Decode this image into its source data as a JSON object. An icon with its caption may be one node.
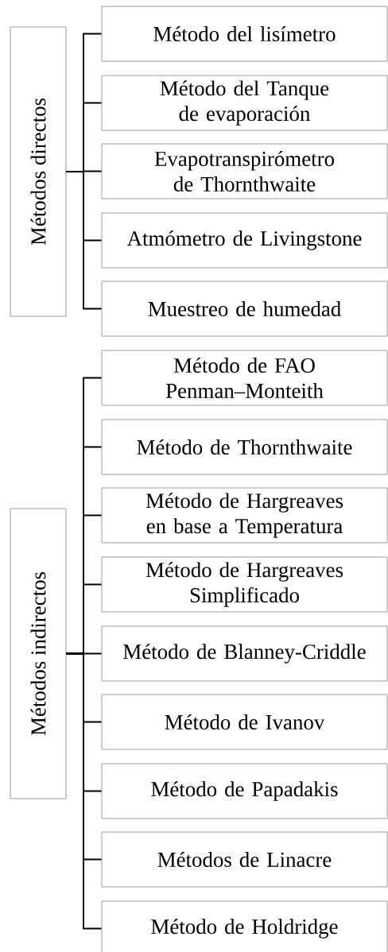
{
  "diagram": {
    "nodes": [
      {
        "text": [
          "Métodos directos"
        ]
      },
      {
        "text": [
          "Método del lisímetro"
        ]
      },
      {
        "text": [
          "Método del Tanque de evaporación"
        ]
      },
      {
        "text": [
          "Evapotranspirómetro de Thornthwaite"
        ]
      },
      {
        "text": [
          "Atmómetro de Livingstone"
        ]
      },
      {
        "text": [
          "Muestreo de humedad"
        ]
      },
      {
        "text": [
          "Métodos indirectos"
        ]
      },
      {
        "text": [
          "Método de FAO Penman–Monteith"
        ]
      },
      {
        "text": [
          "Método de Thornthwaite"
        ]
      },
      {
        "text": [
          "Método de Hargreaves en base a Temperatura"
        ]
      },
      {
        "text": [
          "Método de Hargreaves Simplificado"
        ]
      },
      {
        "text": [
          "Método de Blanney-Criddle"
        ]
      },
      {
        "text": [
          "Método de Ivanov"
        ]
      },
      {
        "text": [
          "Método de Papadakis"
        ]
      },
      {
        "text": [
          "Métodos de Linacre"
        ]
      },
      {
        "text": [
          "Método de Holdridge"
        ]
      }
    ],
    "edges": [
      {
        "from": 0,
        "to": 1,
        "arrow": "none"
      },
      {
        "from": 0,
        "to": 2,
        "arrow": "none"
      },
      {
        "from": 0,
        "to": 3,
        "arrow": "none"
      },
      {
        "from": 0,
        "to": 4,
        "arrow": "none"
      },
      {
        "from": 0,
        "to": 5,
        "arrow": "none"
      },
      {
        "from": 6,
        "to": 7,
        "arrow": "none"
      },
      {
        "from": 6,
        "to": 8,
        "arrow": "none"
      },
      {
        "from": 6,
        "to": 9,
        "arrow": "none"
      },
      {
        "from": 6,
        "to": 10,
        "arrow": "none"
      },
      {
        "from": 6,
        "to": 11,
        "arrow": "none"
      },
      {
        "from": 6,
        "to": 12,
        "arrow": "none"
      },
      {
        "from": 6,
        "to": 13,
        "arrow": "none"
      },
      {
        "from": 6,
        "to": 14,
        "arrow": "none"
      },
      {
        "from": 6,
        "to": 15,
        "arrow": "none"
      }
    ]
  }
}
